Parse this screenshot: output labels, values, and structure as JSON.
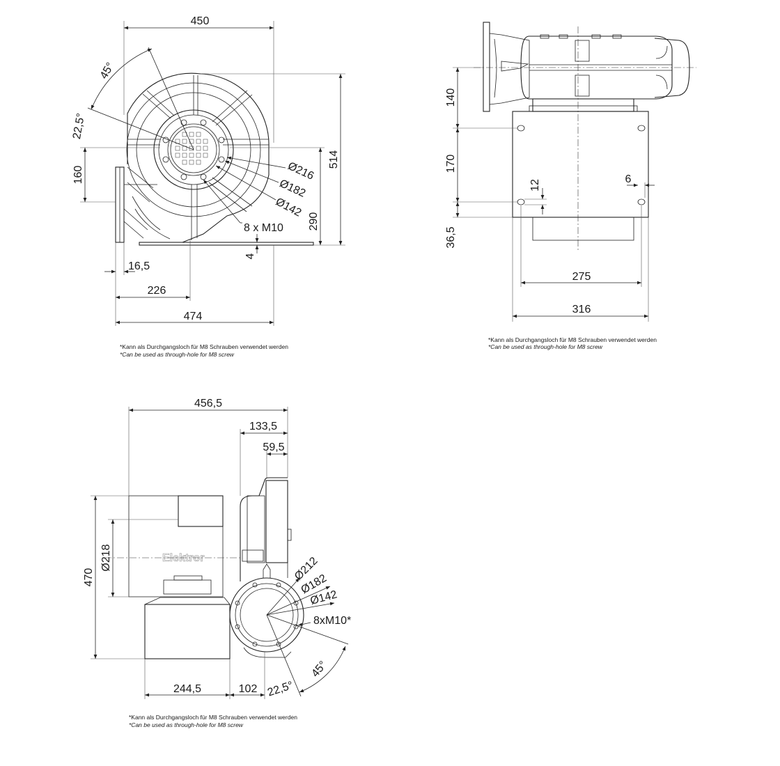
{
  "front_view": {
    "dims": {
      "width_top": "450",
      "angle_45": "45°",
      "angle_225": "22,5°",
      "height_160": "160",
      "height_514": "514",
      "height_290": "290",
      "dia_216": "Ø216",
      "dia_182": "Ø182",
      "dia_142": "Ø142",
      "bolts": "8 x M10",
      "base_4": "4",
      "flange_165": "16,5",
      "width_226": "226",
      "width_474": "474"
    },
    "note_de": "*Kann als Durchgangsloch für M8 Schrauben verwendet werden",
    "note_en": "*Can be used as through-hole for M8 screw"
  },
  "side_view": {
    "dims": {
      "height_140": "140",
      "height_170": "170",
      "hole_12": "12",
      "edge_6": "6",
      "base_365": "36,5",
      "width_275": "275",
      "width_316": "316"
    },
    "note_de": "*Kann als Durchgangsloch für M8 Schrauben verwendet werden",
    "note_en": "*Can be used as through-hole for M8 screw"
  },
  "top_view": {
    "brand": "Elektror",
    "dims": {
      "width_4565": "456,5",
      "width_1335": "133,5",
      "width_595": "59,5",
      "height_470": "470",
      "dia_218": "Ø218",
      "dia_212": "Ø212",
      "dia_182": "Ø182",
      "dia_142": "Ø142",
      "bolts": "8xM10*",
      "angle_45": "45°",
      "angle_225": "22,5°",
      "width_2445": "244,5",
      "width_102": "102"
    },
    "note_de": "*Kann als Durchgangsloch für M8 Schrauben verwendet werden",
    "note_en": "*Can be used as through-hole for M8 screw"
  }
}
